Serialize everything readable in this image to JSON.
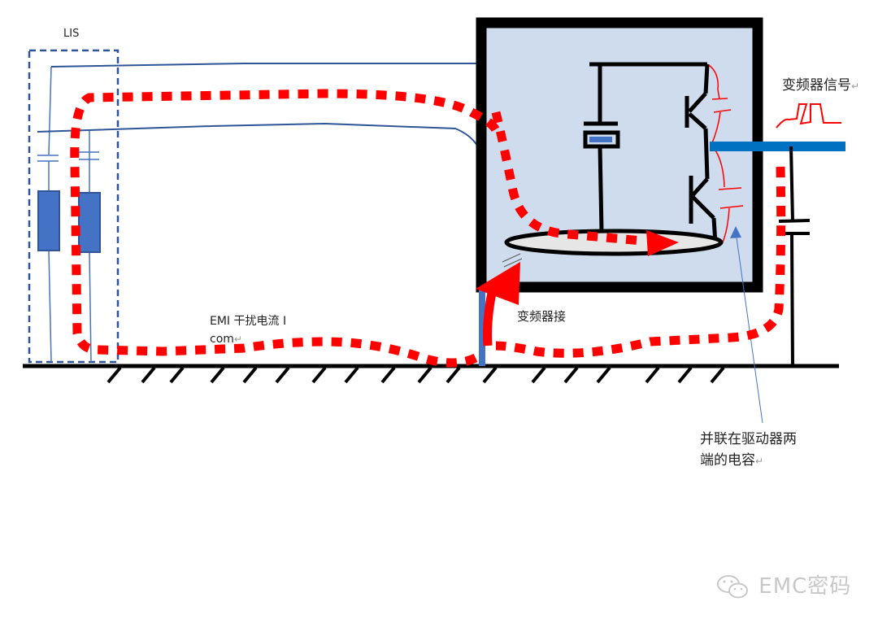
{
  "labels": {
    "lisn": "LIS",
    "vfd_signal": "变频器信号",
    "emi_current_line1": "EMI 干扰电流 I",
    "emi_current_line2": "com",
    "vfd_ground": "变频器接",
    "parallel_cap_line1": "并联在驱动器两",
    "parallel_cap_line2": "端的电容",
    "return_mark": "↵"
  },
  "watermark": {
    "icon": "wechat-icon",
    "text": "EMC密码"
  },
  "colors": {
    "current_path": "#ff0000",
    "wire": "#2f5597",
    "box_fill": "#cfdcee",
    "box_border": "#000000",
    "output_bar": "#0070c0",
    "lisn_block": "#4472c4"
  }
}
